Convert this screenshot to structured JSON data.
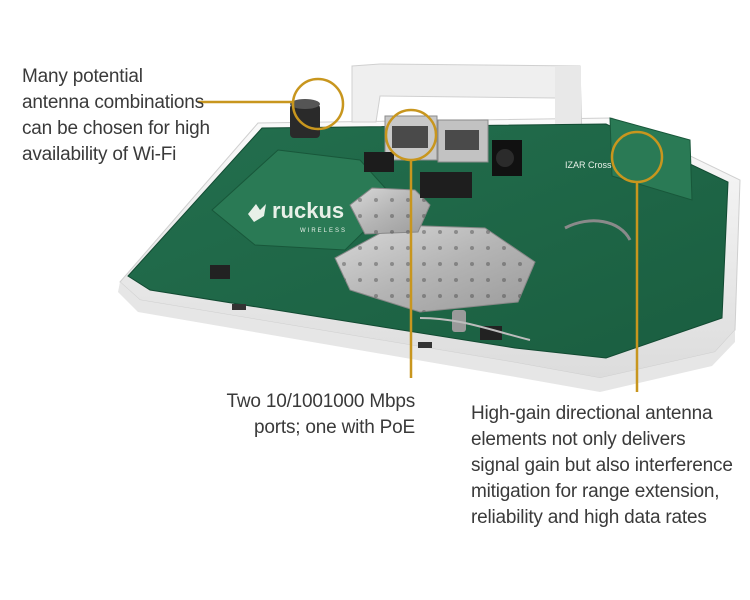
{
  "image": {
    "subject": "router-circuit-board",
    "callout_color": "#c8961e",
    "board_color": "#1e6b4a",
    "casing_color": "#f2f2f2",
    "brand_logo_text": "ruckus",
    "brand_logo_subtext": "WIRELESS",
    "antenna_label_text": "IZAR Cross"
  },
  "callouts": {
    "antenna_combinations": {
      "lines": [
        "Many potential",
        "antenna combinations",
        "can be chosen for high",
        "availability of Wi-Fi"
      ]
    },
    "ethernet_ports": {
      "lines": [
        "Two 10/1001000 Mbps",
        "ports;  one with PoE"
      ]
    },
    "directional_antenna": {
      "lines": [
        "High-gain directional antenna",
        "elements not only delivers",
        "signal gain but also interference",
        "mitigation for range extension,",
        "reliability and high data rates"
      ]
    }
  }
}
